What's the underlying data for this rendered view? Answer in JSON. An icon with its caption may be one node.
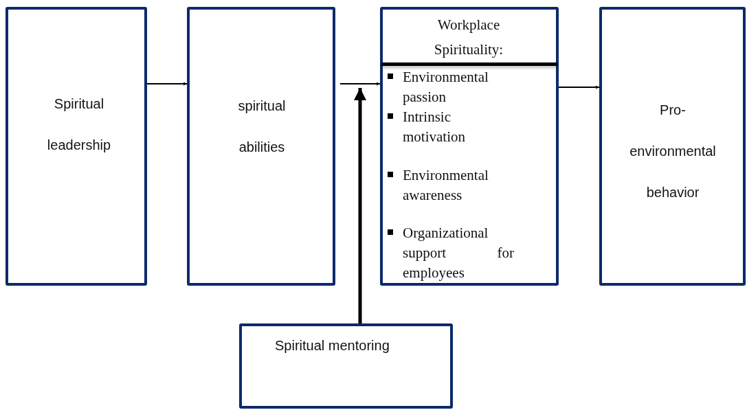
{
  "diagram": {
    "nodes": [
      {
        "text": [
          "Spiritual leadership"
        ]
      },
      {
        "text": [
          "spiritual abilities"
        ]
      },
      {
        "text": [
          "Workplace Spirituality:",
          "Environmental passion",
          "Intrinsic motivation",
          "Environmental awareness",
          "Organizational support for employees"
        ]
      },
      {
        "text": [
          "Pro- environmental behavior"
        ]
      },
      {
        "text": [
          "Spiritual mentoring"
        ]
      }
    ],
    "edges": [
      {
        "from": 0,
        "to": 1,
        "arrow": "to"
      },
      {
        "from": 1,
        "to": 2,
        "arrow": "to"
      },
      {
        "from": 2,
        "to": 3,
        "arrow": "to"
      },
      {
        "from": 4,
        "to": 2,
        "arrow": "to",
        "style": "thick"
      }
    ]
  }
}
